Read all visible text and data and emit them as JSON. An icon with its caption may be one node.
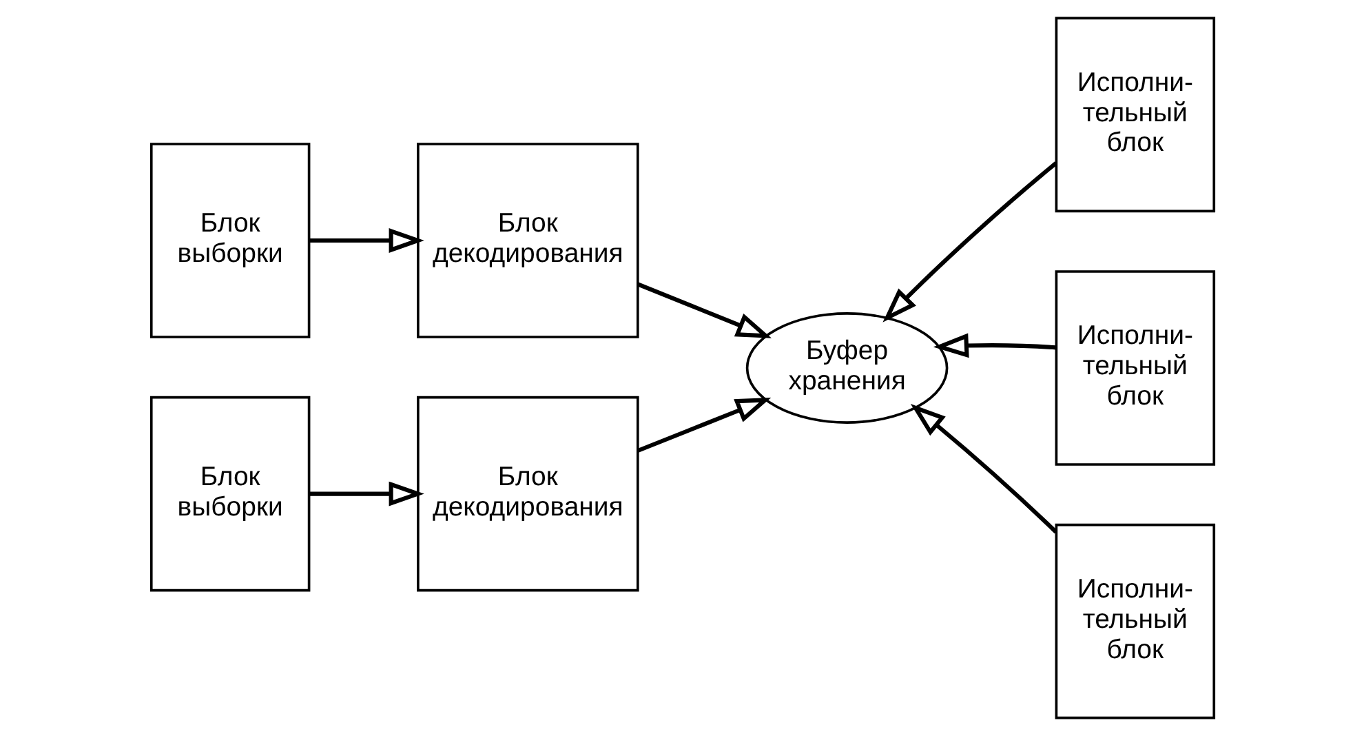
{
  "diagram": {
    "nodes": [
      {
        "text": [
          "Блок выборки"
        ]
      },
      {
        "text": [
          "Блок декодирования"
        ]
      },
      {
        "text": [
          "Блок выборки"
        ]
      },
      {
        "text": [
          "Блок декодирования"
        ]
      },
      {
        "text": [
          "Буфер хранения"
        ]
      },
      {
        "text": [
          "Исполни- тельный блок"
        ]
      },
      {
        "text": [
          "Исполни- тельный блок"
        ]
      },
      {
        "text": [
          "Исполни- тельный блок"
        ]
      }
    ],
    "edges": [
      {
        "from": 0,
        "to": 1,
        "arrow": "to"
      },
      {
        "from": 2,
        "to": 3,
        "arrow": "to"
      },
      {
        "from": 1,
        "to": 4,
        "arrow": "to"
      },
      {
        "from": 3,
        "to": 4,
        "arrow": "to"
      },
      {
        "from": 5,
        "to": 4,
        "arrow": "to"
      },
      {
        "from": 6,
        "to": 4,
        "arrow": "to"
      },
      {
        "from": 7,
        "to": 4,
        "arrow": "to"
      }
    ]
  }
}
